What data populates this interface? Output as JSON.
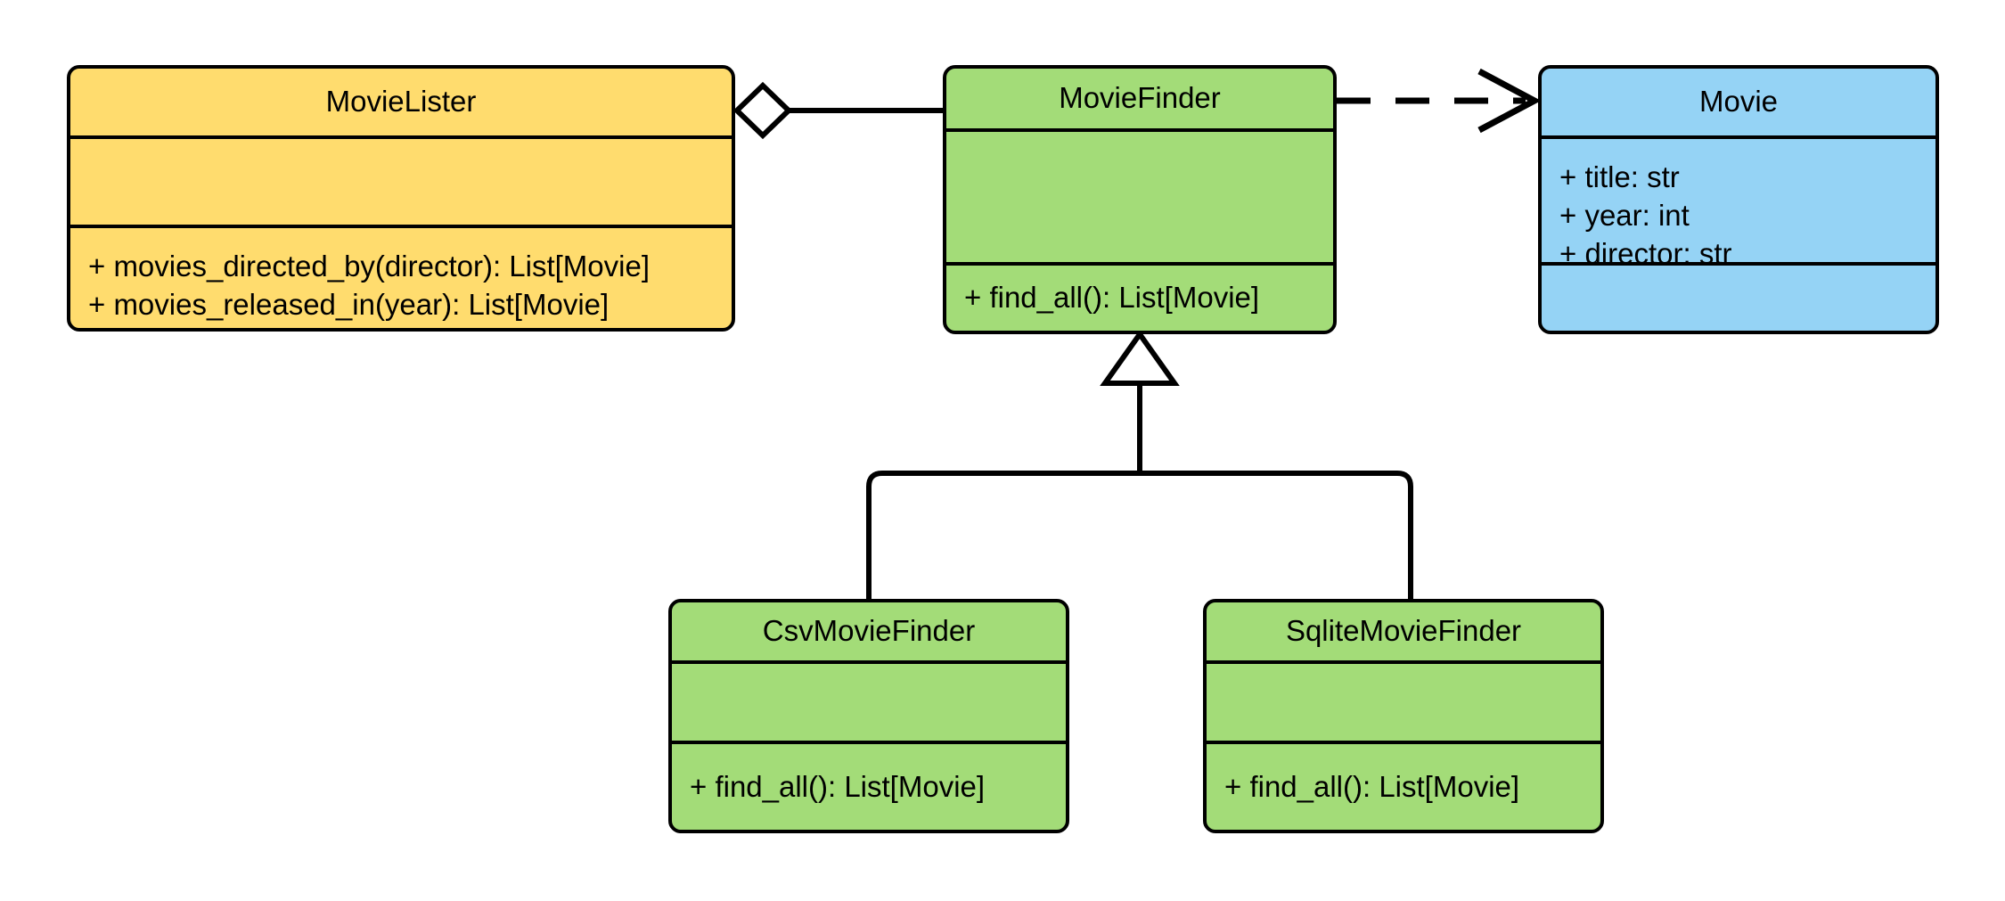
{
  "diagram": {
    "kind": "uml-class-diagram",
    "background": "#ffffff",
    "line_color": "#000000",
    "colors": {
      "yellow": "#ffdc6e",
      "green": "#a3dc78",
      "blue": "#95d3f5",
      "stroke": "#000000",
      "fill_white": "#ffffff"
    }
  },
  "classes": {
    "movie_lister": {
      "name": "MovieLister",
      "fill": "#ffdc6e",
      "attributes": [],
      "methods": [
        "+ movies_directed_by(director): List[Movie]",
        "+ movies_released_in(year): List[Movie]"
      ]
    },
    "movie_finder": {
      "name": "MovieFinder",
      "fill": "#a3dc78",
      "attributes": [],
      "methods": [
        "+ find_all(): List[Movie]"
      ]
    },
    "movie": {
      "name": "Movie",
      "fill": "#95d3f5",
      "attributes": [
        "+ title: str",
        "+ year: int",
        "+ director: str"
      ],
      "methods": []
    },
    "csv_movie_finder": {
      "name": "CsvMovieFinder",
      "fill": "#a3dc78",
      "attributes": [],
      "methods": [
        "+ find_all(): List[Movie]"
      ]
    },
    "sqlite_movie_finder": {
      "name": "SqliteMovieFinder",
      "fill": "#a3dc78",
      "attributes": [],
      "methods": [
        "+ find_all(): List[Movie]"
      ]
    }
  },
  "relationships": [
    {
      "id": "aggregation-lister-finder",
      "type": "aggregation",
      "source": "MovieLister",
      "target": "MovieFinder",
      "marker": "hollow-diamond",
      "line_style": "solid",
      "label": ""
    },
    {
      "id": "dependency-finder-movie",
      "type": "dependency",
      "source": "MovieFinder",
      "target": "Movie",
      "marker": "open-arrow",
      "line_style": "dashed",
      "label": ""
    },
    {
      "id": "generalization-csv-finder",
      "type": "generalization",
      "source": "CsvMovieFinder",
      "target": "MovieFinder",
      "marker": "hollow-triangle",
      "line_style": "solid",
      "label": ""
    },
    {
      "id": "generalization-sqlite-finder",
      "type": "generalization",
      "source": "SqliteMovieFinder",
      "target": "MovieFinder",
      "marker": "hollow-triangle",
      "line_style": "solid",
      "label": ""
    }
  ]
}
